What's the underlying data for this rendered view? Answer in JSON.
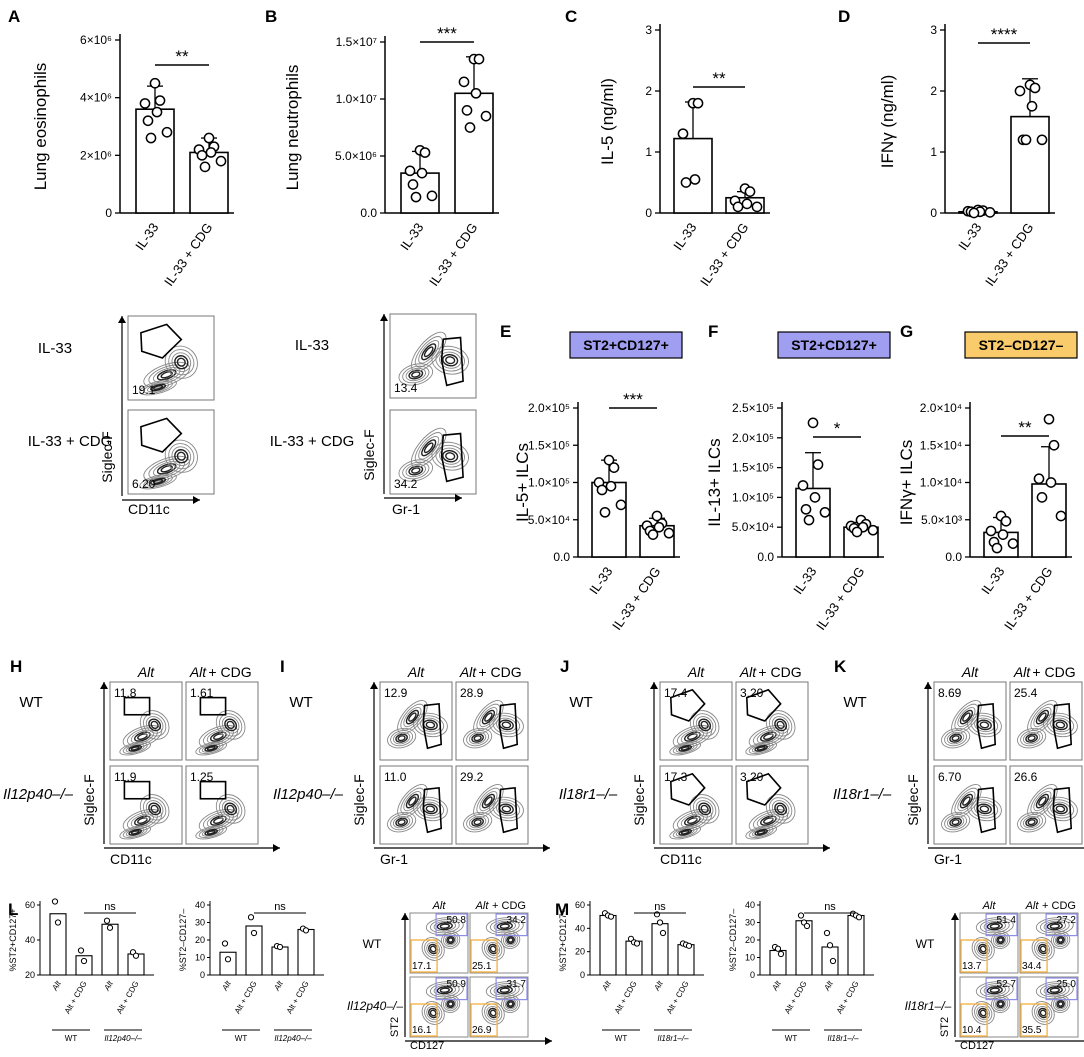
{
  "panels": {
    "A": {
      "letter": "A",
      "ylabel": "Lung eosinophils",
      "ticks": [
        "0",
        "2×10⁶",
        "4×10⁶",
        "6×10⁶"
      ],
      "sig": "**",
      "groups": [
        "IL-33",
        "IL-33 + CDG"
      ],
      "chart_type": "bar",
      "means": [
        3600000.0,
        2100000.0
      ],
      "sd": [
        800000.0,
        500000.0
      ],
      "points": [
        [
          4500000.0,
          3900000.0,
          3800000.0,
          3500000.0,
          3200000.0,
          2800000.0,
          2600000.0
        ],
        [
          2600000.0,
          2300000.0,
          2200000.0,
          2100000.0,
          2000000.0,
          1800000.0,
          1600000.0
        ]
      ],
      "ylim": [
        0,
        6000000.0
      ]
    },
    "B": {
      "letter": "B",
      "ylabel": "Lung neutrophils",
      "ticks": [
        "0.0",
        "5.0×10⁶",
        "1.0×10⁷",
        "1.5×10⁷"
      ],
      "sig": "***",
      "groups": [
        "IL-33",
        "IL-33 + CDG"
      ],
      "chart_type": "bar",
      "means": [
        3500000.0,
        10500000.0
      ],
      "sd": [
        1900000.0,
        3200000.0
      ],
      "points": [
        [
          5500000.0,
          5300000.0,
          3700000.0,
          3500000.0,
          2500000.0,
          1500000.0,
          1400000.0
        ],
        [
          13500000.0,
          13500000.0,
          11500000.0,
          10500000.0,
          9000000.0,
          8500000.0,
          7500000.0
        ]
      ],
      "ylim": [
        0,
        15000000.0
      ]
    },
    "C": {
      "letter": "C",
      "ylabel": "IL-5 (ng/ml)",
      "ticks": [
        "0",
        "1",
        "2",
        "3"
      ],
      "sig": "**",
      "groups": [
        "IL-33",
        "IL-33 + CDG"
      ],
      "chart_type": "bar",
      "means": [
        1.22,
        0.25
      ],
      "sd": [
        0.6,
        0.1
      ],
      "points": [
        [
          1.8,
          1.8,
          1.3,
          0.55,
          0.5
        ],
        [
          0.4,
          0.35,
          0.2,
          0.15,
          0.1,
          0.1
        ]
      ],
      "ylim": [
        0,
        3
      ]
    },
    "D": {
      "letter": "D",
      "ylabel": "IFNγ (ng/ml)",
      "ticks": [
        "0",
        "1",
        "2",
        "3"
      ],
      "sig": "****",
      "groups": [
        "IL-33",
        "IL-33 + CDG"
      ],
      "chart_type": "bar",
      "means": [
        0.02,
        1.58
      ],
      "sd": [
        0.02,
        0.62
      ],
      "points": [
        [
          0.05,
          0.04,
          0.03,
          0.02,
          0.02,
          0.01,
          0.0
        ],
        [
          2.1,
          2.05,
          2.0,
          1.75,
          1.2,
          1.2,
          1.2
        ]
      ],
      "ylim": [
        0,
        3
      ]
    },
    "E": {
      "letter": "E",
      "header": "ST2+CD127+",
      "header_color": "#9f9ef0",
      "ylabel": "IL-5+ ILCs",
      "ticks": [
        "0.0",
        "5.0×10⁴",
        "1.0×10⁵",
        "1.5×10⁵",
        "2.0×10⁵"
      ],
      "sig": "***",
      "groups": [
        "IL-33",
        "IL-33 + CDG"
      ],
      "chart_type": "bar",
      "means": [
        100000.0,
        42000.0
      ],
      "sd": [
        30000.0,
        10000.0
      ],
      "points": [
        [
          130000.0,
          120000.0,
          100000.0,
          95000.0,
          90000.0,
          70000.0,
          60000.0
        ],
        [
          55000.0,
          45000.0,
          42000.0,
          40000.0,
          35000.0,
          32000.0,
          30000.0
        ]
      ],
      "ylim": [
        0,
        200000.0
      ]
    },
    "F": {
      "letter": "F",
      "header": "ST2+CD127+",
      "header_color": "#9f9ef0",
      "ylabel": "IL-13+ ILCs",
      "ticks": [
        "0.0",
        "5.0×10⁴",
        "1.0×10⁵",
        "1.5×10⁵",
        "2.0×10⁵",
        "2.5×10⁵"
      ],
      "sig": "*",
      "groups": [
        "IL-33",
        "IL-33 + CDG"
      ],
      "chart_type": "bar",
      "means": [
        115000.0,
        50000.0
      ],
      "sd": [
        60000.0,
        8000.0
      ],
      "points": [
        [
          225000.0,
          155000.0,
          120000.0,
          100000.0,
          80000.0,
          75000.0,
          62000.0
        ],
        [
          62000.0,
          55000.0,
          52000.0,
          50000.0,
          48000.0,
          45000.0,
          42000.0
        ]
      ],
      "ylim": [
        0,
        250000.0
      ]
    },
    "G": {
      "letter": "G",
      "header": "ST2–CD127–",
      "header_color": "#f9cb6b",
      "ylabel": "IFNγ+ ILCs",
      "ticks": [
        "0.0",
        "5.0×10³",
        "1.0×10⁴",
        "1.5×10⁴",
        "2.0×10⁴"
      ],
      "sig": "**",
      "groups": [
        "IL-33",
        "IL-33 + CDG"
      ],
      "chart_type": "bar",
      "means": [
        3300.0,
        9800.0
      ],
      "sd": [
        2000.0,
        5000.0
      ],
      "points": [
        [
          5500.0,
          4800.0,
          3500.0,
          3000.0,
          2000.0,
          1800.0,
          1200.0
        ],
        [
          18500.0,
          15000.0,
          10500.0,
          10000.0,
          8000.0,
          5500.0
        ],
        []
      ],
      "ylim": [
        0,
        20000.0
      ]
    }
  },
  "facs_top": {
    "A": {
      "rows": [
        "IL-33",
        "IL-33 + CDG"
      ],
      "values": [
        "19.1",
        "6.20"
      ],
      "yaxis": "Siglec-F",
      "xaxis": "CD11c"
    },
    "B": {
      "rows": [
        "IL-33",
        "IL-33 + CDG"
      ],
      "values": [
        "13.4",
        "34.2"
      ],
      "yaxis": "Siglec-F",
      "xaxis": "Gr-1"
    }
  },
  "facs_mid": {
    "H": {
      "letter": "H",
      "cols": [
        "Alt",
        "+ CDG"
      ],
      "rows": [
        "WT",
        "Il12p40–/–"
      ],
      "values": [
        [
          "11.8",
          "1.61"
        ],
        [
          "11.9",
          "1.25"
        ]
      ],
      "yaxis": "Siglec-F",
      "xaxis": "CD11c"
    },
    "I": {
      "letter": "I",
      "cols": [
        "Alt",
        "+ CDG"
      ],
      "rows": [
        "WT",
        "Il12p40–/–"
      ],
      "values": [
        [
          "12.9",
          "28.9"
        ],
        [
          "11.0",
          "29.2"
        ]
      ],
      "yaxis": "Siglec-F",
      "xaxis": "Gr-1"
    },
    "J": {
      "letter": "J",
      "cols": [
        "Alt",
        "+ CDG"
      ],
      "rows": [
        "WT",
        "Il18r1–/–"
      ],
      "values": [
        [
          "17.4",
          "3.20"
        ],
        [
          "17.3",
          "3.20"
        ]
      ],
      "yaxis": "Siglec-F",
      "xaxis": "CD11c"
    },
    "K": {
      "letter": "K",
      "cols": [
        "Alt",
        "+ CDG"
      ],
      "rows": [
        "WT",
        "Il18r1–/–"
      ],
      "values": [
        [
          "8.69",
          "25.4"
        ],
        [
          "6.70",
          "26.6"
        ]
      ],
      "yaxis": "Siglec-F",
      "xaxis": "Gr-1"
    }
  },
  "bottom": {
    "L": {
      "letter": "L",
      "chart1": {
        "ylabel": "%ST2+CD127+",
        "ticks": [
          "20",
          "40",
          "60"
        ],
        "ylim": [
          20,
          60
        ],
        "sig": "ns",
        "groups": [
          "Alt",
          "Alt + CDG",
          "Alt",
          "Alt + CDG"
        ],
        "means": [
          55,
          31,
          49,
          32
        ],
        "points": [
          [
            62,
            50
          ],
          [
            34,
            28
          ],
          [
            51,
            47
          ],
          [
            33,
            31
          ]
        ],
        "geno": [
          "WT",
          "Il12p40–/–"
        ]
      },
      "chart2": {
        "ylabel": "%ST2–CD127–",
        "ticks": [
          "0",
          "10",
          "20",
          "30",
          "40"
        ],
        "ylim": [
          0,
          40
        ],
        "sig": "ns",
        "groups": [
          "Alt",
          "Alt + CDG",
          "Alt",
          "Alt + CDG"
        ],
        "means": [
          13,
          28,
          16,
          26
        ],
        "points": [
          [
            18,
            9
          ],
          [
            33,
            24
          ],
          [
            16.5,
            16
          ],
          [
            26.5,
            25.5
          ]
        ],
        "geno": [
          "WT",
          "Il12p40–/–"
        ]
      },
      "facs": {
        "cols": [
          "Alt",
          "+ CDG"
        ],
        "rows": [
          "WT",
          "Il12p40–/–"
        ],
        "q": [
          [
            [
              "50.8",
              "17.1"
            ],
            [
              "34.2",
              "25.1"
            ]
          ],
          [
            [
              "50.9",
              "16.1"
            ],
            [
              "31.7",
              "26.9"
            ]
          ]
        ],
        "yaxis": "ST2",
        "xaxis": "CD127"
      }
    },
    "M": {
      "letter": "M",
      "chart1": {
        "ylabel": "%ST2+CD127+",
        "ticks": [
          "0",
          "20",
          "40",
          "60"
        ],
        "ylim": [
          0,
          60
        ],
        "sig": "ns",
        "groups": [
          "Alt",
          "Alt + CDG",
          "Alt",
          "Alt + CDG"
        ],
        "means": [
          51,
          29,
          44,
          26
        ],
        "points": [
          [
            53,
            51,
            50
          ],
          [
            31,
            28,
            27
          ],
          [
            52,
            45,
            36
          ],
          [
            27,
            26,
            25
          ]
        ],
        "geno": [
          "WT",
          "Il18r1–/–"
        ]
      },
      "chart2": {
        "ylabel": "%ST2–CD127–",
        "ticks": [
          "0",
          "10",
          "20",
          "30",
          "40"
        ],
        "ylim": [
          0,
          40
        ],
        "sig": "ns",
        "groups": [
          "Alt",
          "Alt + CDG",
          "Alt",
          "Alt + CDG"
        ],
        "means": [
          14,
          31,
          16,
          34
        ],
        "points": [
          [
            16,
            15,
            12
          ],
          [
            34,
            30,
            28
          ],
          [
            24,
            17,
            8
          ],
          [
            35,
            34,
            33
          ]
        ],
        "geno": [
          "WT",
          "Il18r1–/–"
        ]
      },
      "facs": {
        "cols": [
          "Alt",
          "+ CDG"
        ],
        "rows": [
          "WT",
          "Il18r1–/–"
        ],
        "q": [
          [
            [
              "51.4",
              "13.7"
            ],
            [
              "27.2",
              "34.4"
            ]
          ],
          [
            [
              "52.7",
              "10.4"
            ],
            [
              "25.0",
              "35.5"
            ]
          ]
        ],
        "yaxis": "ST2",
        "xaxis": "CD127"
      }
    }
  },
  "colors": {
    "st2pos": "#9f9ef0",
    "st2neg": "#f9cb6b",
    "gateLine": "#8e8ee8",
    "gateOrange": "#f5b54a"
  }
}
